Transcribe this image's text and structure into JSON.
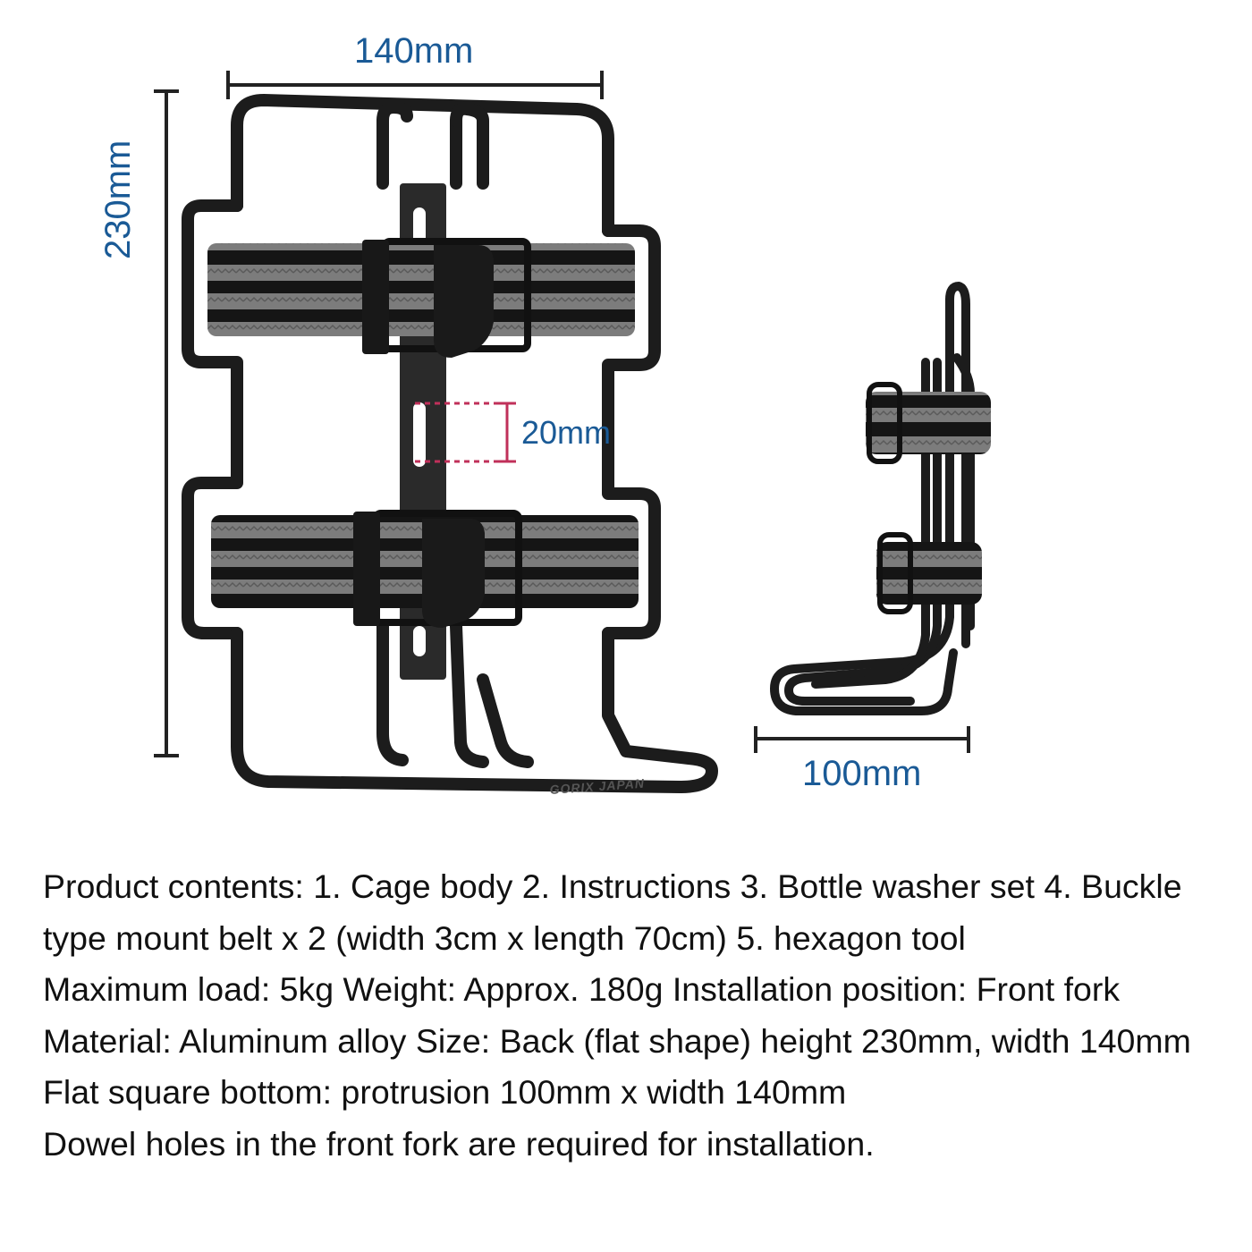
{
  "dimensions": {
    "width": "140mm",
    "height": "230mm",
    "slot_spacing": "20mm",
    "protrusion": "100mm"
  },
  "brand_mark": "GORIX JAPAN",
  "colors": {
    "dimension_text": "#1a5a96",
    "dimension_line": "#222222",
    "slot_marker": "#c0305a",
    "frame": "#1c1c1c",
    "strap_gray": "#7a7a7a",
    "strap_black": "#141414"
  },
  "icons": [
    "front-view-cage-illustration",
    "side-view-cage-illustration"
  ],
  "specs": {
    "line1": "Product contents: 1. Cage body 2. Instructions 3. Bottle washer set 4. Buckle type mount belt x 2 (width 3cm x length 70cm) 5. hexagon tool",
    "line2": "Maximum load: 5kg Weight: Approx. 180g Installation position: Front fork",
    "line3": "Material: Aluminum alloy Size: Back (flat shape) height 230mm, width 140mm",
    "line4": "Flat square bottom: protrusion 100mm x width 140mm",
    "line5": "Dowel holes in the front fork are required for installation."
  }
}
